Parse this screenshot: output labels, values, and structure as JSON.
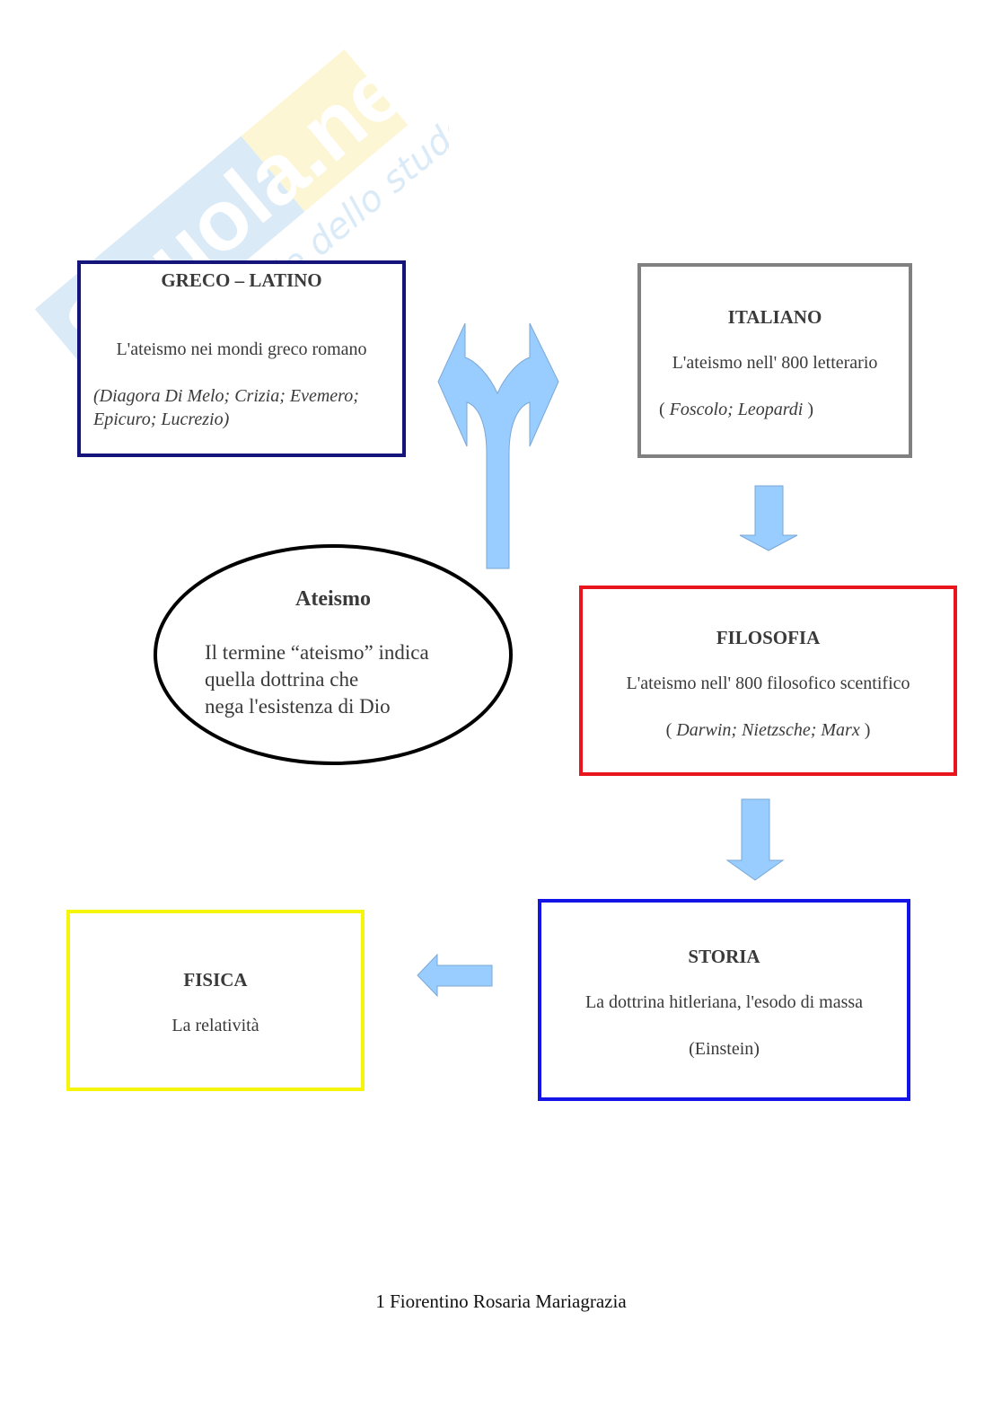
{
  "watermark": {
    "brand": "Skuola.net",
    "tagline": "il portale dello studente"
  },
  "diagram": {
    "center": {
      "title": "Ateismo",
      "lines": [
        "Il termine “ateismo” indica",
        "quella dottrina che",
        "nega l'esistenza di Dio"
      ]
    },
    "greco": {
      "title": "GRECO – LATINO",
      "text": "L'ateismo nei mondi greco  romano",
      "authors_line1": "(Diagora Di Melo; Crizia; Evemero;",
      "authors_line2": "Epicuro; Lucrezio)"
    },
    "italiano": {
      "title": "ITALIANO",
      "text": "L'ateismo nell' 800 letterario",
      "open": "( ",
      "authors": "Foscolo; Leopardi",
      "close": " )"
    },
    "filosofia": {
      "title": "FILOSOFIA",
      "text": "L'ateismo nell' 800 filosofico scentifico",
      "open": "( ",
      "authors": "Darwin; Nietzsche; Marx",
      "close": " )"
    },
    "storia": {
      "title": "STORIA",
      "text": "La dottrina hitleriana, l'esodo di massa",
      "authors": "(Einstein)"
    },
    "fisica": {
      "title": "FISICA",
      "text": "La relatività"
    },
    "colors": {
      "arrow": "#99ccff",
      "greco_border": "#14147a",
      "italiano_border": "#808080",
      "filosofia_border": "#e8141e",
      "storia_border": "#1414e6",
      "fisica_border": "#f5f50a"
    }
  },
  "footer": "1 Fiorentino Rosaria Mariagrazia"
}
